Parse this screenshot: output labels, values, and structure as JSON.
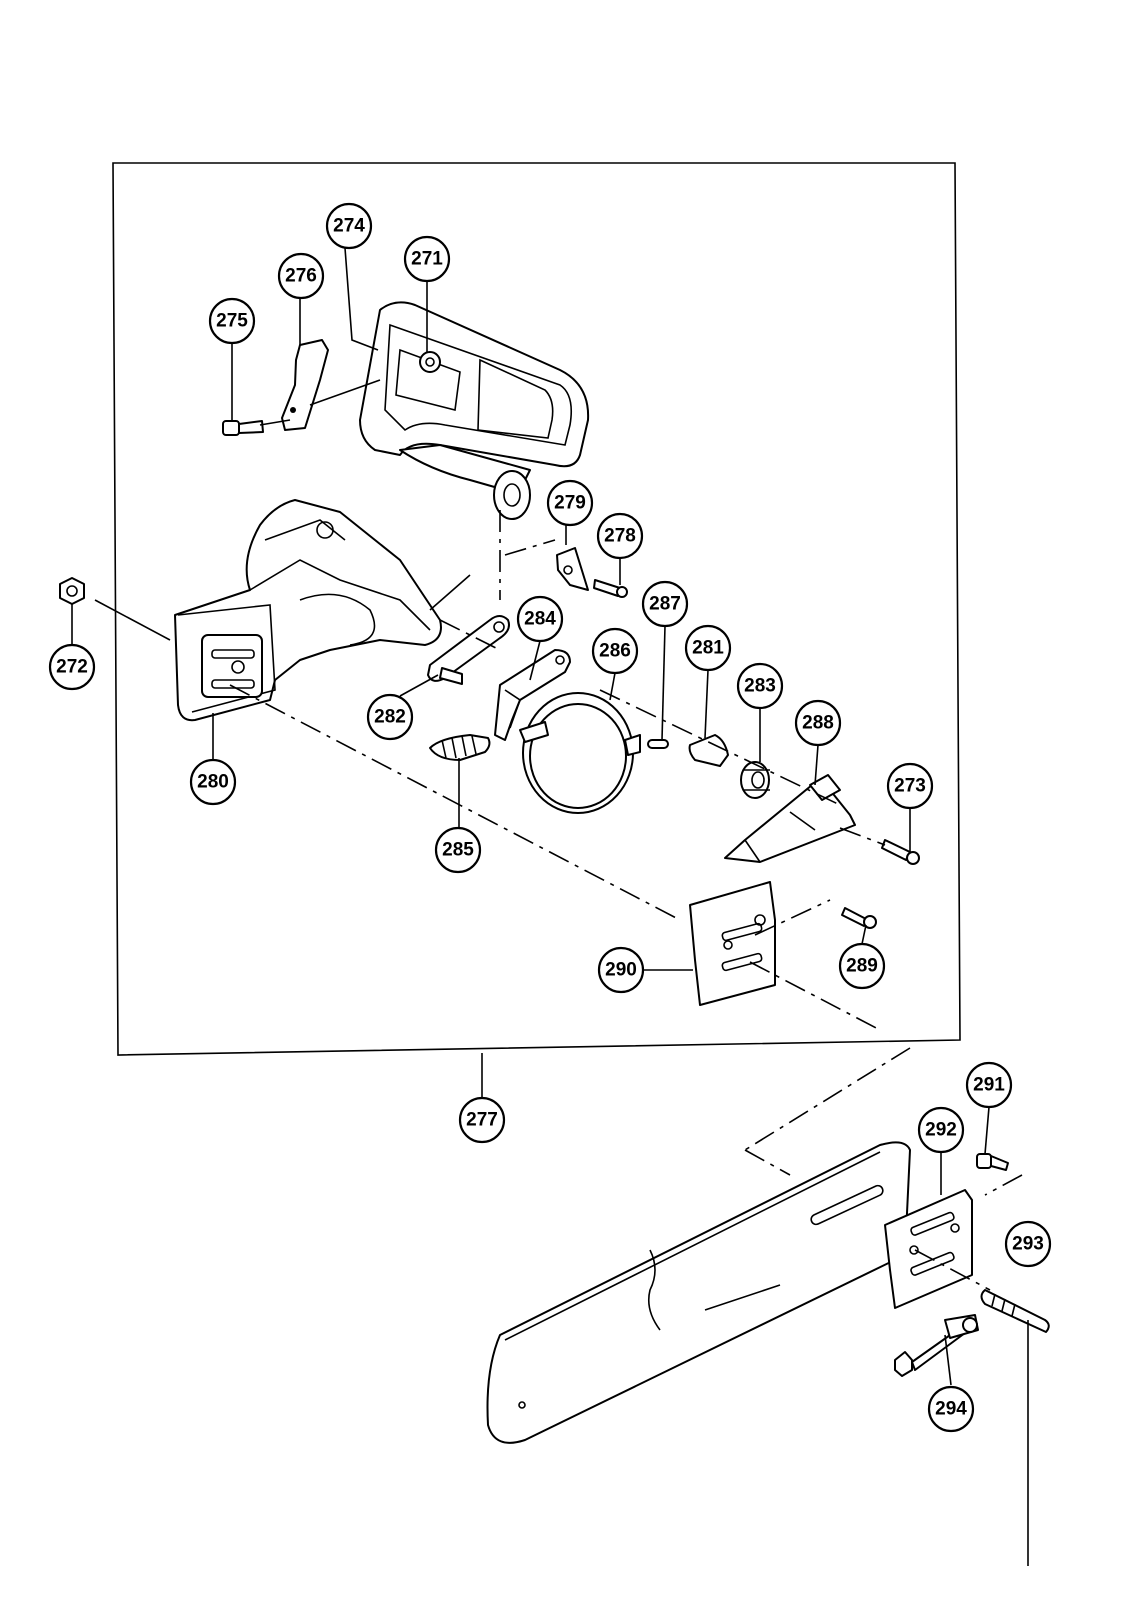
{
  "callouts": {
    "c271": "271",
    "c272": "272",
    "c273": "273",
    "c274": "274",
    "c275": "275",
    "c276": "276",
    "c277": "277",
    "c278": "278",
    "c279": "279",
    "c280": "280",
    "c281": "281",
    "c282": "282",
    "c283": "283",
    "c284": "284",
    "c285": "285",
    "c286": "286",
    "c287": "287",
    "c288": "288",
    "c289": "289",
    "c290": "290",
    "c291": "291",
    "c292": "292",
    "c293": "293",
    "c294": "294"
  },
  "colors": {
    "line": "#000000",
    "background": "#ffffff"
  }
}
